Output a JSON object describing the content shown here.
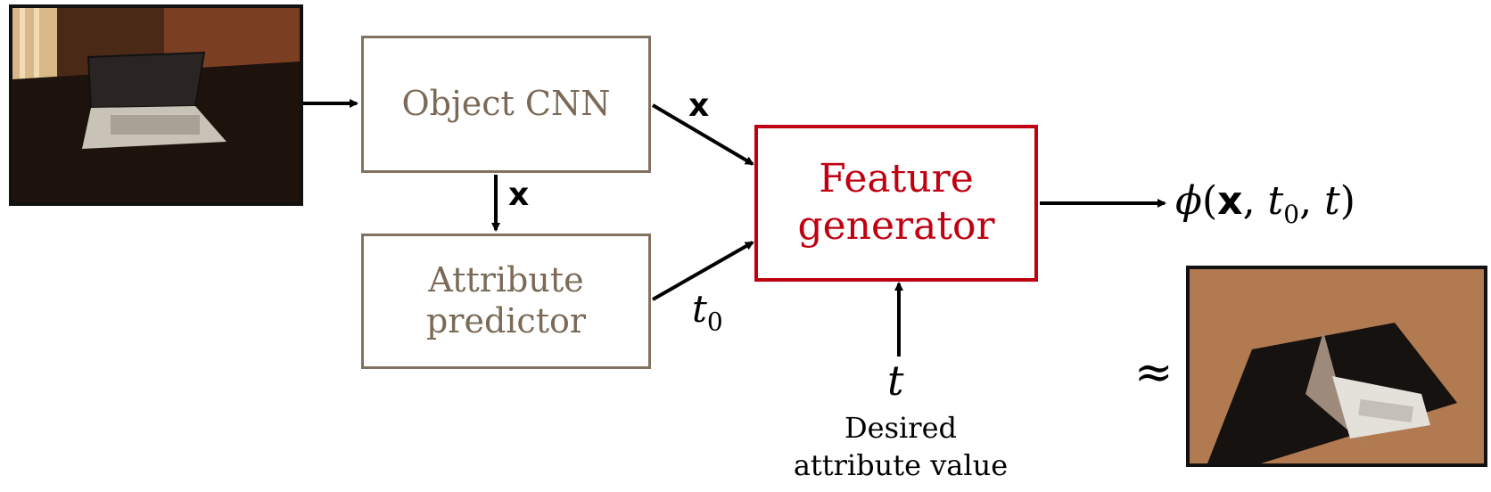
{
  "input_image": {
    "alt": "laptop photo"
  },
  "output_image": {
    "alt": "laptop photo"
  },
  "boxes": {
    "object_cnn": "Object CNN",
    "attribute_predictor": [
      "Attribute",
      "predictor"
    ],
    "feature_generator": [
      "Feature",
      "generator"
    ]
  },
  "labels": {
    "x_top": "x",
    "x_down": "x",
    "t0_base": "t",
    "t0_sub": "0",
    "t": "t",
    "approx": "≈",
    "output_phi": "ϕ",
    "output_open": "(",
    "output_x": "x",
    "output_comma1": ", ",
    "output_t0_base": "t",
    "output_t0_sub": "0",
    "output_comma2": ", ",
    "output_t": "t",
    "output_close": ")"
  },
  "desired_note": [
    "Desired",
    "attribute value"
  ],
  "colors": {
    "object_boxes": "#80725f",
    "generator_box": "#c00010",
    "arrows": "#000000"
  }
}
